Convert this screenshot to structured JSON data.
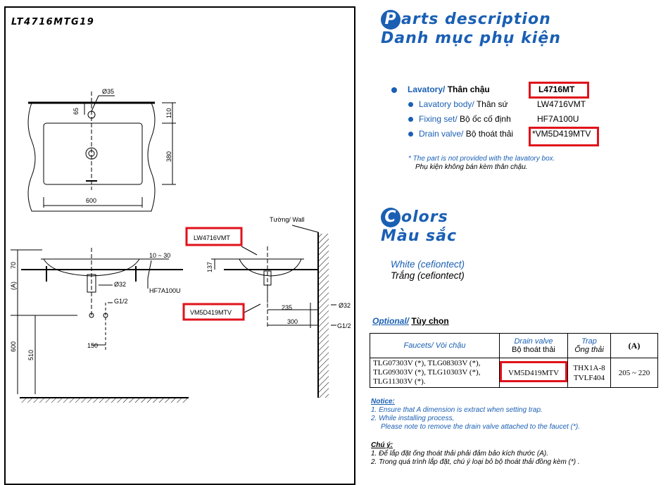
{
  "model_code": "LT4716MTG19",
  "drawing": {
    "top_view": {
      "hole_dia": "Ø35",
      "d65": "65",
      "d110": "110",
      "d380": "380",
      "d600": "600"
    },
    "front_view": {
      "d70": "70",
      "dA": "(A)",
      "d10_30": "10 ~ 30",
      "dia32": "Ø32",
      "hf": "HF7A100U",
      "g12": "G1/2",
      "d150": "150",
      "d600": "600",
      "d510": "510"
    },
    "side_view": {
      "wall": "Tường/ Wall",
      "d137": "137",
      "d235": "235",
      "d300": "300",
      "dia32": "Ø32",
      "g12": "G1/2",
      "body_label": "LW4716VMT",
      "drain_label": "VM5D419MTV"
    }
  },
  "parts": {
    "title_letter": "P",
    "title_rest": "arts description",
    "subtitle": "Danh mục phụ kiện",
    "items": [
      {
        "en": "Lavatory/",
        "vi": "Thân chậu",
        "code": "L4716MT"
      },
      {
        "en": "Lavatory body/",
        "vi": "Thân sứ",
        "code": "LW4716VMT"
      },
      {
        "en": "Fixing set/",
        "vi": "Bộ ốc cố định",
        "code": "HF7A100U"
      },
      {
        "en": "Drain valve/",
        "vi": "Bộ thoát thải",
        "code": "*VM5D419MTV"
      }
    ],
    "note_en": "* The part is not provided with  the lavatory box.",
    "note_vi": "Phụ kiện không bán kèm thân chậu."
  },
  "colors": {
    "title_letter": "C",
    "title_rest": "olors",
    "subtitle": "Màu sắc",
    "items": [
      "White (cefiontect)",
      "Trắng (cefiontect)"
    ]
  },
  "optional": {
    "label_en": "Optional/",
    "label_vi": "Tùy chọn",
    "headers": {
      "faucets": "Faucets/ Vòi chậu",
      "drain_en": "Drain valve",
      "drain_vi": "Bộ thoát thải",
      "trap_en": "Trap",
      "trap_vi": "Ống thải",
      "a": "(A)"
    },
    "row": {
      "faucets": [
        "TLG07303V (*), TLG08303V (*),",
        "TLG09303V (*), TLG10303V (*),",
        "TLG11303V (*)."
      ],
      "drain": "VM5D419MTV",
      "trap": [
        "THX1A-8",
        "TVLF404"
      ],
      "a": "205 ~ 220"
    }
  },
  "notice": {
    "title": "Notice:",
    "lines": [
      "1. Ensure that A dimension is extract when setting trap.",
      "2. While installing process,",
      "Please note to remove the drain valve attached to the faucet  (*)."
    ]
  },
  "chuy": {
    "title": "Chú ý:",
    "lines": [
      "1. Để lắp đặt ống thoát thải phải đảm bảo kích thước (A).",
      "2. Trong quá trình lắp đặt, chú ý loại bỏ bộ thoát thải đồng kèm (*) ."
    ]
  },
  "accent_color": "#1a5fb4",
  "highlight_color": "#e0121b"
}
